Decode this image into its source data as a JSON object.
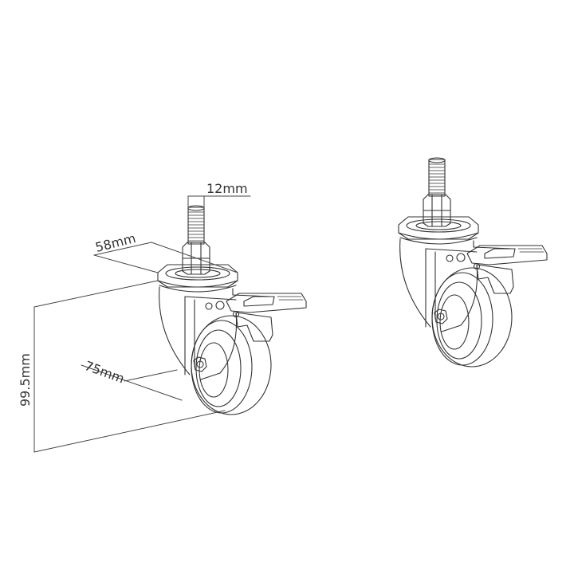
{
  "diagram": {
    "subject": "caster wheel with brake",
    "colors": {
      "line": "#333333",
      "dim_line": "#444444",
      "background": "#ffffff"
    },
    "dimensions": {
      "stem_diameter": "12mm",
      "top_plate_width": "58mm",
      "wheel_diameter": "75mm",
      "total_height": "99.5mm"
    },
    "views": [
      {
        "id": "dimensioned-view",
        "annotated": true
      },
      {
        "id": "plain-view",
        "annotated": false
      }
    ]
  }
}
